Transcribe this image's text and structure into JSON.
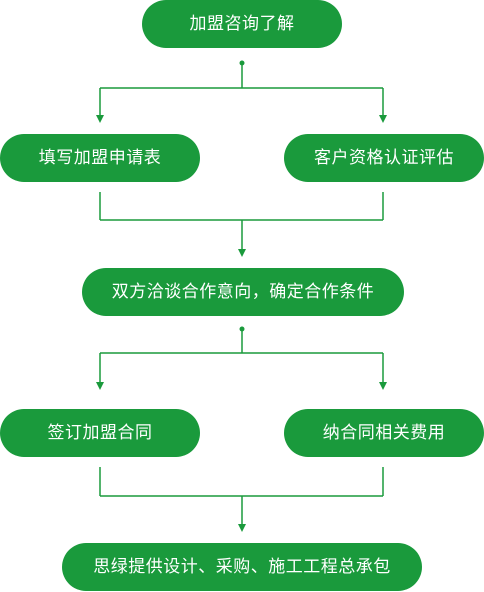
{
  "colors": {
    "node_fill": "#1a9a3c",
    "node_text": "#ffffff",
    "connector": "#1a9a3c"
  },
  "steps": [
    {
      "label": "加盟咨询了解"
    },
    {
      "label": "填写加盟申请表"
    },
    {
      "label": "客户资格认证评估"
    },
    {
      "label": "双方洽谈合作意向，确定合作条件"
    },
    {
      "label": "签订加盟合同"
    },
    {
      "label": "纳合同相关费用"
    },
    {
      "label": "思绿提供设计、采购、施工工程总承包"
    }
  ],
  "edges": [
    {
      "from": 0,
      "to": 1
    },
    {
      "from": 0,
      "to": 2
    },
    {
      "from": 1,
      "to": 3
    },
    {
      "from": 2,
      "to": 3
    },
    {
      "from": 3,
      "to": 4
    },
    {
      "from": 3,
      "to": 5
    },
    {
      "from": 4,
      "to": 6
    },
    {
      "from": 5,
      "to": 6
    }
  ]
}
